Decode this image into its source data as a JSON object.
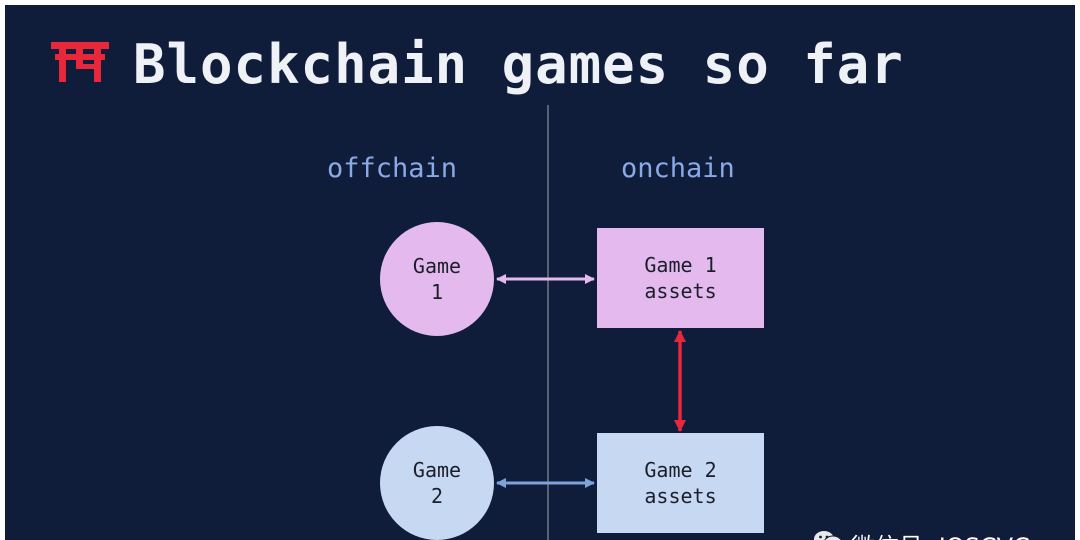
{
  "slide": {
    "title": "Blockchain games so far",
    "logo_icon": "torii-gate-logo-icon"
  },
  "columns": {
    "left_label": "offchain",
    "right_label": "onchain"
  },
  "nodes": {
    "game1": {
      "line1": "Game",
      "line2": "1"
    },
    "game2": {
      "line1": "Game",
      "line2": "2"
    },
    "assets1": {
      "line1": "Game 1",
      "line2": "assets"
    },
    "assets2": {
      "line1": "Game 2",
      "line2": "assets"
    }
  },
  "watermark": {
    "text": "微信号: JOSCVC",
    "icon": "wechat-icon"
  },
  "colors": {
    "background": "#0f1d3b",
    "pink": "#e4b9ee",
    "blue": "#c7d8f3",
    "label": "#8aa9e6",
    "red_arrow": "#e8283a",
    "logo": "#e8283a"
  }
}
